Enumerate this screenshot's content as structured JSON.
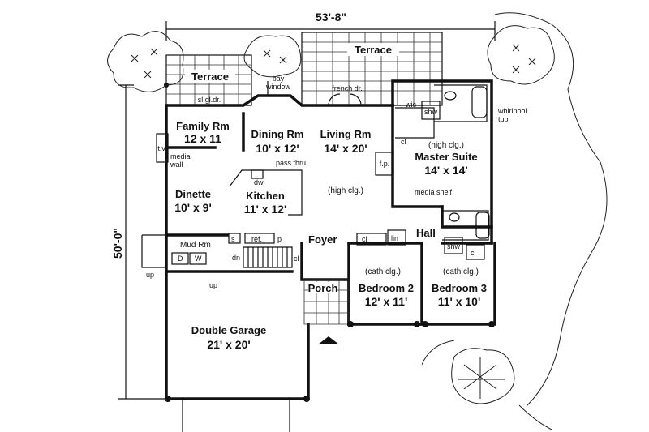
{
  "overall": {
    "width": "53'-8\"",
    "depth": "50'-0\""
  },
  "rooms": {
    "family": {
      "name": "Family Rm",
      "dims": "12 x 11"
    },
    "dining": {
      "name": "Dining Rm",
      "dims": "10' x 12'"
    },
    "living": {
      "name": "Living Rm",
      "dims": "14' x 20'"
    },
    "master": {
      "name": "Master Suite",
      "dims": "14' x 14'",
      "note": "(high clg.)"
    },
    "dinette": {
      "name": "Dinette",
      "dims": "10' x 9'"
    },
    "kitchen": {
      "name": "Kitchen",
      "dims": "11' x 12'"
    },
    "bedroom2": {
      "name": "Bedroom 2",
      "dims": "12' x 11'",
      "note": "(cath clg.)"
    },
    "bedroom3": {
      "name": "Bedroom 3",
      "dims": "11' x 10'",
      "note": "(cath clg.)"
    },
    "garage": {
      "name": "Double Garage",
      "dims": "21' x 20'"
    },
    "foyer": {
      "name": "Foyer"
    },
    "porch": {
      "name": "Porch"
    },
    "hall": {
      "name": "Hall"
    },
    "mud": {
      "name": "Mud Rm"
    }
  },
  "notes": {
    "terrace_left": "Terrace",
    "terrace_right": "Terrace",
    "bay_window": "bay\nwindow",
    "french_dr": "french dr.",
    "sl_gl_dr": "sl.gl.dr.",
    "tv": "t.v.",
    "media_wall": "media\nwall",
    "pass_thru": "pass thru",
    "dw": "dw",
    "living_high": "(high clg.)",
    "media_shelf": "media shelf",
    "fp": "f.p.",
    "cl_master": "cl",
    "wic": "wic",
    "shw_master": "shw",
    "whirlpool": "whirlpool\ntub",
    "ref": "ref.",
    "p": "p",
    "s": "s",
    "dn": "dn",
    "d": "D",
    "w": "W",
    "up_left": "up",
    "up_mid": "up",
    "cl_foyer": "cl",
    "cl_hall": "cl",
    "lin": "lin",
    "shw_bath2": "shw",
    "cl_bed3": "cl"
  }
}
